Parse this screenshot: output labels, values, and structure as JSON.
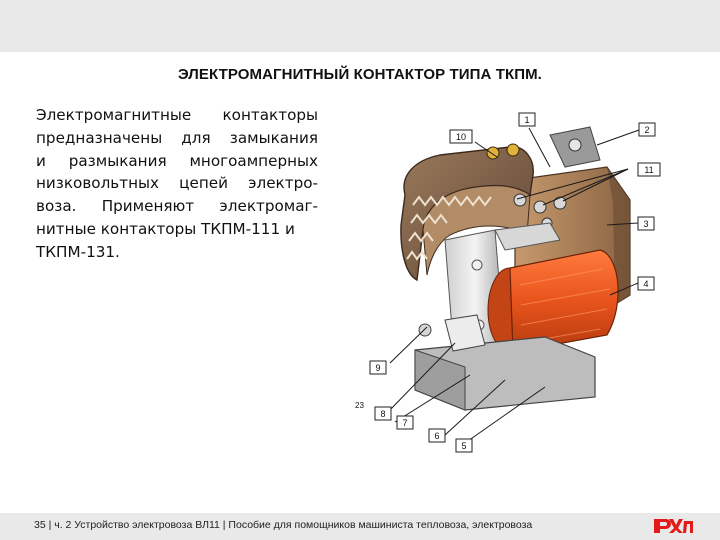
{
  "slide": {
    "title": "ЭЛЕКТРОМАГНИТНЫЙ КОНТАКТОР ТИПА ТКПМ.",
    "body_lines": [
      "Электромагнитные контакторы",
      "предназначены для замыкания",
      "и размыкания многоамперных",
      "низковольтных цепей электро-",
      "воза. Применяют электромаг-",
      "нитные контакторы ТКПМ-111 и",
      "ТКПМ-131."
    ]
  },
  "figure": {
    "callouts": [
      "1",
      "2",
      "3",
      "4",
      "5",
      "6",
      "7",
      "8",
      "9",
      "10",
      "11"
    ],
    "corner_label": "23"
  },
  "footer": {
    "text": "35 | ч. 2 Устройство электровоза ВЛ11 | Пособие для помощников машиниста тепловоза, электровоза"
  },
  "logo": {
    "text": "РЖД",
    "color": "#e21a1a"
  },
  "colors": {
    "band": "#e9e9e9",
    "coil": "#e8541c",
    "leader": "#1b1b1b"
  }
}
